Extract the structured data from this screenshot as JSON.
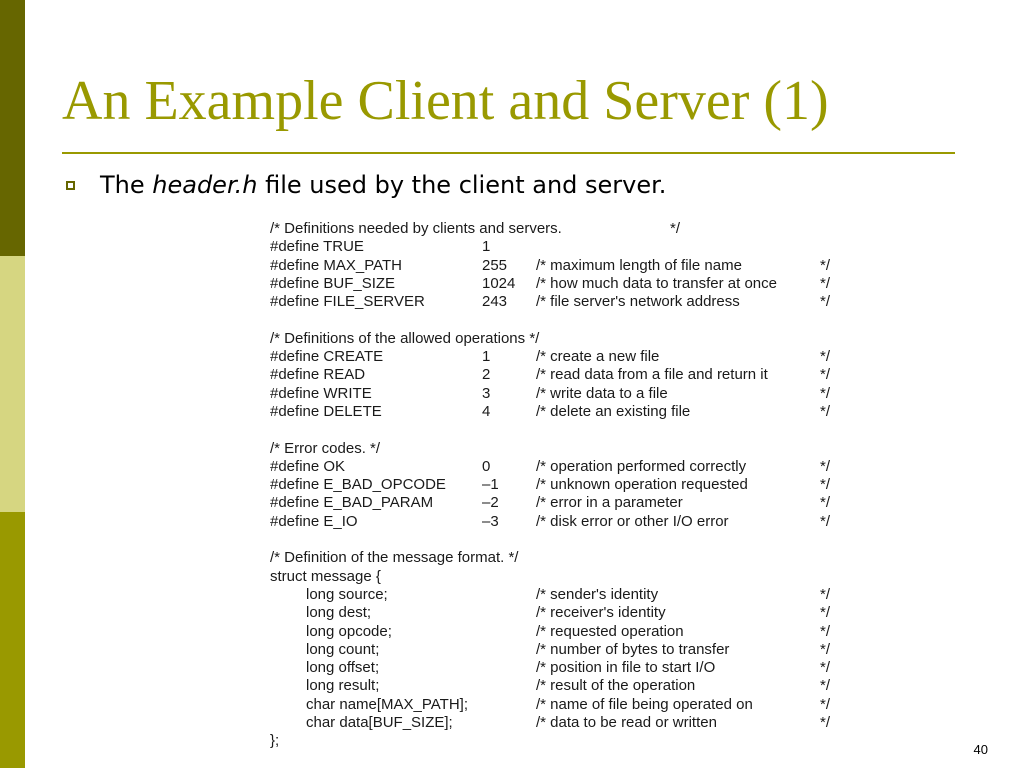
{
  "slide": {
    "title": "An Example Client and Server (1)",
    "bullet": {
      "text_before": "The ",
      "emphasis": "header.h",
      "text_after": " file used by the client and server."
    },
    "page_number": "40"
  },
  "code": {
    "comment_definitions": "/* Definitions needed by clients and servers.",
    "comment_definitions_end": "*/",
    "defines_basic": [
      {
        "directive": "#define TRUE",
        "value": "1",
        "comment": "",
        "end": ""
      },
      {
        "directive": "#define MAX_PATH",
        "value": "255",
        "comment": "/* maximum length of file name",
        "end": "*/"
      },
      {
        "directive": "#define BUF_SIZE",
        "value": "1024",
        "comment": "/* how much data to transfer at once",
        "end": "*/"
      },
      {
        "directive": "#define FILE_SERVER",
        "value": "243",
        "comment": "/* file server's network address",
        "end": "*/"
      }
    ],
    "comment_operations": "/* Definitions of the allowed operations */",
    "defines_operations": [
      {
        "directive": "#define CREATE",
        "value": "1",
        "comment": "/* create a new file",
        "end": "*/"
      },
      {
        "directive": "#define READ",
        "value": "2",
        "comment": "/* read data from a file and return it",
        "end": "*/"
      },
      {
        "directive": "#define WRITE",
        "value": "3",
        "comment": "/* write data to a file",
        "end": "*/"
      },
      {
        "directive": "#define DELETE",
        "value": "4",
        "comment": "/* delete an existing file",
        "end": "*/"
      }
    ],
    "comment_errors": "/* Error codes. */",
    "defines_errors": [
      {
        "directive": "#define OK",
        "value": "0",
        "comment": "/* operation performed correctly",
        "end": "*/"
      },
      {
        "directive": "#define E_BAD_OPCODE",
        "value": "–1",
        "comment": "/* unknown operation requested",
        "end": "*/"
      },
      {
        "directive": "#define E_BAD_PARAM",
        "value": "–2",
        "comment": "/* error in a parameter",
        "end": "*/"
      },
      {
        "directive": "#define E_IO",
        "value": "–3",
        "comment": "/* disk error or other I/O error",
        "end": "*/"
      }
    ],
    "comment_message": "/* Definition of the message format. */",
    "struct_open": "struct message {",
    "struct_fields": [
      {
        "decl": "long source;",
        "comment": "/* sender's identity",
        "end": "*/"
      },
      {
        "decl": "long dest;",
        "comment": "/* receiver's identity",
        "end": "*/"
      },
      {
        "decl": "long opcode;",
        "comment": "/* requested operation",
        "end": "*/"
      },
      {
        "decl": "long count;",
        "comment": "/* number of bytes to transfer",
        "end": "*/"
      },
      {
        "decl": "long offset;",
        "comment": "/* position in file to start I/O",
        "end": "*/"
      },
      {
        "decl": "long result;",
        "comment": "/* result of the operation",
        "end": "*/"
      },
      {
        "decl": "char name[MAX_PATH];",
        "comment": "/* name of file being operated on",
        "end": "*/"
      },
      {
        "decl": "char data[BUF_SIZE];",
        "comment": "/* data to be read or written",
        "end": "*/"
      }
    ],
    "struct_close": "};"
  }
}
